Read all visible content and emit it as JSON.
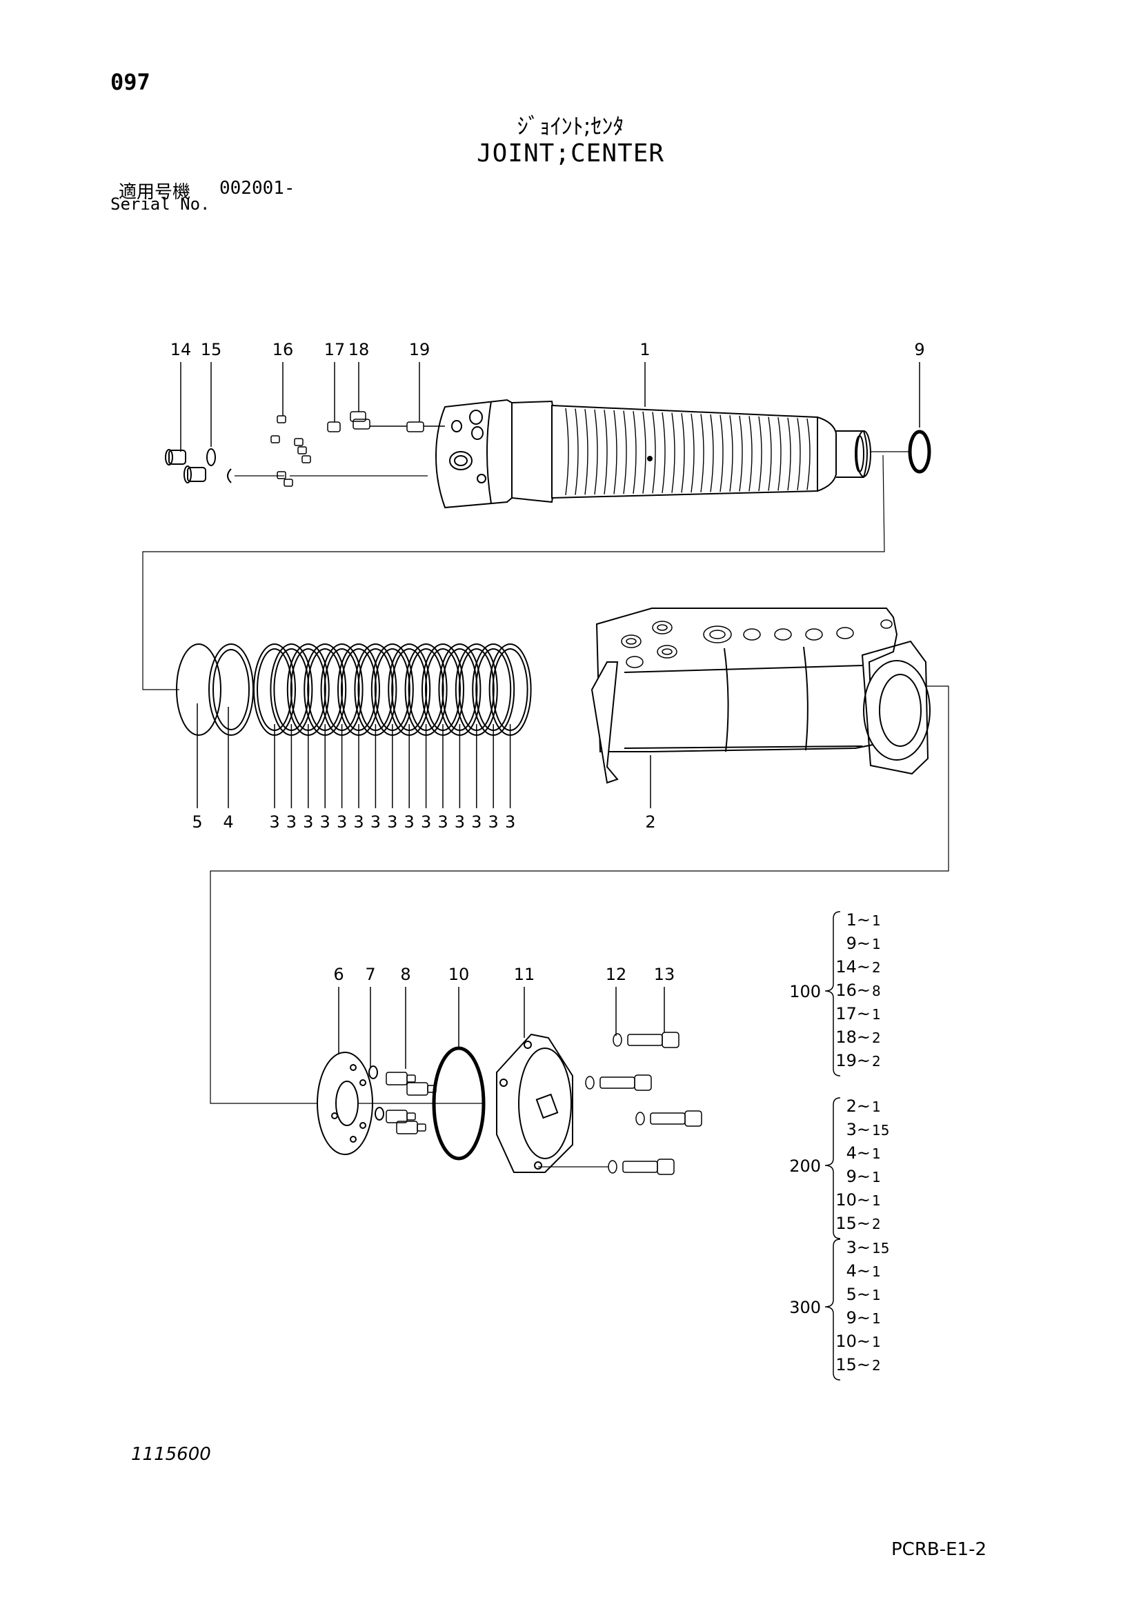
{
  "header": {
    "page_number": "097",
    "title_jp": "ｼﾞｮｲﾝﾄ;ｾﾝﾀ",
    "title_en": "JOINT;CENTER",
    "serial_label_jp": "適用号機",
    "serial_number": "002001-",
    "serial_label_en": "Serial No."
  },
  "callouts": {
    "c1": "1",
    "c2": "2",
    "c3": "3",
    "c4": "4",
    "c5": "5",
    "c6": "6",
    "c7": "7",
    "c8": "8",
    "c9": "9",
    "c10": "10",
    "c11": "11",
    "c12": "12",
    "c13": "13",
    "c14": "14",
    "c15": "15",
    "c16": "16",
    "c17": "17",
    "c18": "18",
    "c19": "19"
  },
  "ring_count": 15,
  "kits": [
    {
      "id": "100",
      "items": [
        "1~1",
        "9~1",
        "14~2",
        "16~8",
        "17~1",
        "18~2",
        "19~2"
      ]
    },
    {
      "id": "200",
      "items": [
        "2~1",
        "3~15",
        "4~1",
        "9~1",
        "10~1",
        "15~2"
      ]
    },
    {
      "id": "300",
      "items": [
        "3~15",
        "4~1",
        "5~1",
        "9~1",
        "10~1",
        "15~2"
      ]
    }
  ],
  "footer": {
    "drawing_number": "1115600",
    "page_code": "PCRB-E1-2"
  }
}
